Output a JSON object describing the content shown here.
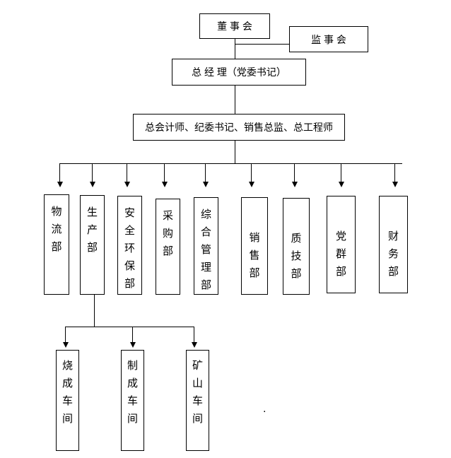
{
  "org_chart": {
    "board": {
      "label": "董 事 会"
    },
    "supervisory": {
      "label": "监 事 会"
    },
    "general_manager": {
      "label": "总 经 理（党委书记）"
    },
    "senior_staff": {
      "label": "总会计师、纪委书记、销售总监、总工程师"
    },
    "departments": [
      {
        "label": "物流部"
      },
      {
        "label": "生产部"
      },
      {
        "label": "安全环保部"
      },
      {
        "label": "采购部"
      },
      {
        "label": "综合管理部"
      },
      {
        "label": "销售部"
      },
      {
        "label": "质技部"
      },
      {
        "label": "党群部"
      },
      {
        "label": "财务部"
      }
    ],
    "workshops_parent": "生产部",
    "workshops": [
      {
        "label": "烧成车间"
      },
      {
        "label": "制成车间"
      },
      {
        "label": "矿山车间"
      }
    ],
    "stray_mark": ".",
    "colors": {
      "line": "#000000",
      "background": "#ffffff",
      "text": "#000000"
    }
  }
}
